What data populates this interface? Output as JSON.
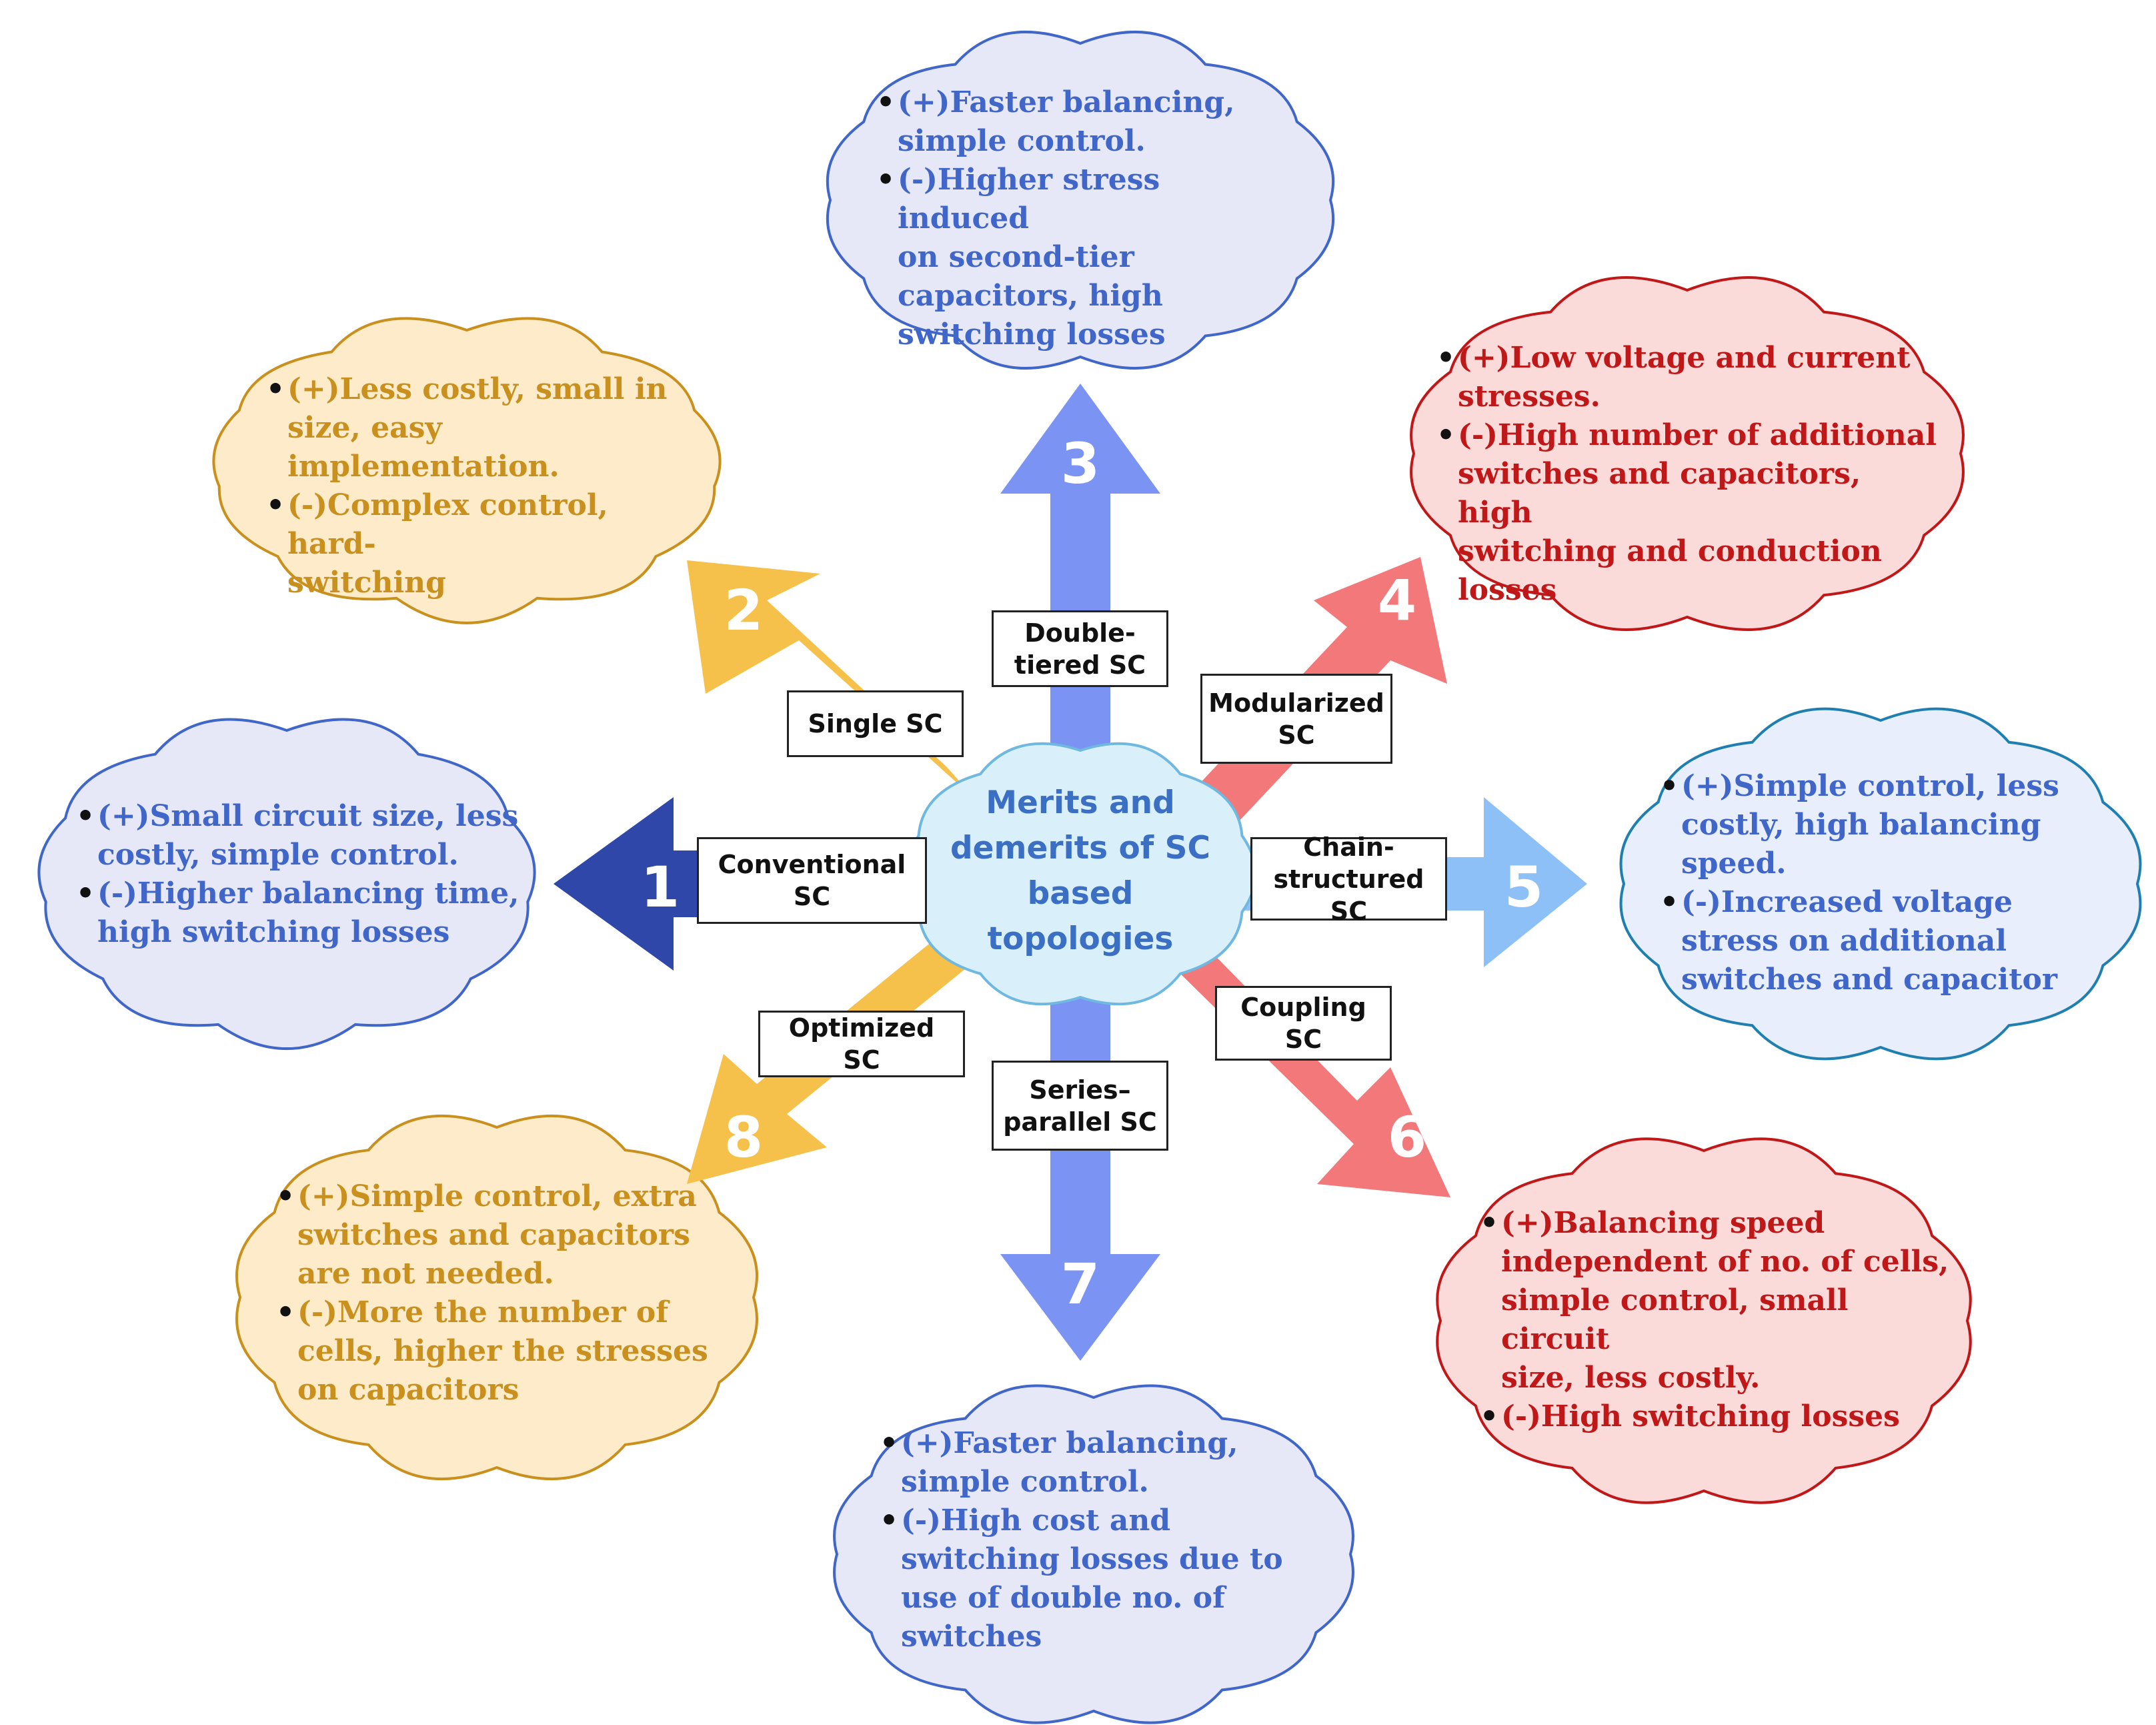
{
  "center": {
    "lines": [
      "Merits and",
      "demerits of SC",
      "based",
      "topologies"
    ]
  },
  "colors": {
    "blue_text": "#3f66c8",
    "orange_text": "#c9901e",
    "red_text": "#c01818",
    "arrow_dark_blue": "#2f47a8",
    "arrow_blue": "#7b93f2",
    "arrow_light_blue": "#8cc0f6",
    "arrow_orange": "#f6c14b",
    "arrow_red": "#f2787a",
    "cloud_blue_fill": "#e6e8f8",
    "cloud_orange_fill": "#fdebc9",
    "cloud_red_fill": "#fbdada",
    "cloud_center_fill": "#d9f0fb"
  },
  "arrows": [
    {
      "number": "1",
      "label": "Conventional SC",
      "color": "#2f47a8"
    },
    {
      "number": "2",
      "label": "Single SC",
      "color": "#f6c14b"
    },
    {
      "number": "3",
      "label": "Double-tiered SC",
      "color": "#7b93f2"
    },
    {
      "number": "4",
      "label": "Modularized SC",
      "color": "#f2787a"
    },
    {
      "number": "5",
      "label": "Chain-structured SC",
      "color": "#8cc0f6"
    },
    {
      "number": "6",
      "label": "Coupling SC",
      "color": "#f2787a"
    },
    {
      "number": "7",
      "label": "Series–parallel SC",
      "color": "#7b93f2"
    },
    {
      "number": "8",
      "label": "Optimized SC",
      "color": "#f6c14b"
    }
  ],
  "labels": {
    "conventional": [
      "Conventional",
      "SC"
    ],
    "single": [
      "Single SC"
    ],
    "double_tiered": [
      "Double-",
      "tiered SC"
    ],
    "modularized": [
      "Modularized",
      "SC"
    ],
    "chain_structured": [
      "Chain-",
      "structured SC"
    ],
    "coupling": [
      "Coupling SC"
    ],
    "series_parallel": [
      "Series–",
      "parallel SC"
    ],
    "optimized": [
      "Optimized SC"
    ]
  },
  "clouds": {
    "c1": {
      "merit": [
        "(+)Small circuit size, less",
        "costly, simple control."
      ],
      "demerit": [
        "(-)Higher balancing time,",
        "high switching losses"
      ]
    },
    "c2": {
      "merit": [
        "(+)Less costly, small in",
        "size, easy",
        "implementation."
      ],
      "demerit": [
        "(-)Complex control, hard-",
        "switching"
      ]
    },
    "c3": {
      "merit": [
        "(+)Faster balancing,",
        "simple control."
      ],
      "demerit": [
        "(-)Higher stress induced",
        "on second-tier",
        "capacitors, high",
        "switching losses"
      ]
    },
    "c4": {
      "merit": [
        "(+)Low voltage and current",
        "stresses."
      ],
      "demerit": [
        "(-)High number of additional",
        "switches and capacitors, high",
        "switching and conduction",
        "losses"
      ]
    },
    "c5": {
      "merit": [
        "(+)Simple control, less",
        "costly, high balancing",
        "speed."
      ],
      "demerit": [
        "(-)Increased voltage",
        "stress on additional",
        "switches and capacitor"
      ]
    },
    "c6": {
      "merit": [
        "(+)Balancing speed",
        "independent of no. of cells,",
        "simple control, small circuit",
        "size, less costly."
      ],
      "demerit": [
        "(-)High switching losses"
      ]
    },
    "c7": {
      "merit": [
        "(+)Faster balancing,",
        "simple control."
      ],
      "demerit": [
        "(-)High cost and",
        "switching losses due to",
        "use of double no. of",
        "switches"
      ]
    },
    "c8": {
      "merit": [
        "(+)Simple control, extra",
        "switches and capacitors",
        "are not needed."
      ],
      "demerit": [
        "(-)More the number of",
        "cells, higher the stresses",
        "on capacitors"
      ]
    }
  }
}
